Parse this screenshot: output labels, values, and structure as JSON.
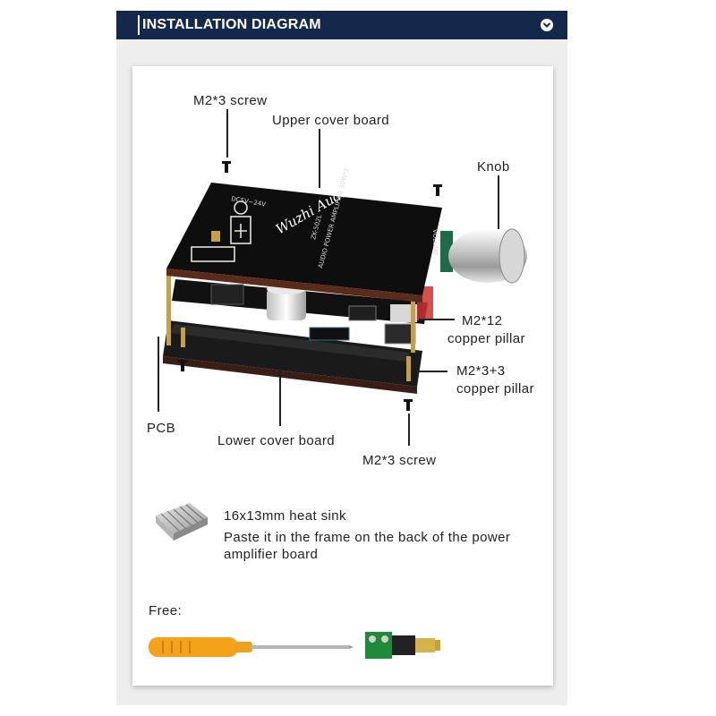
{
  "header": {
    "title": "INSTALLATION DIAGRAM",
    "chevron_icon": "chevron-down-icon"
  },
  "diagram": {
    "labels": {
      "screw_top": "M2*3 screw",
      "upper_cover": "Upper cover board",
      "knob": "Knob",
      "pillar12_a": "M2*12",
      "pillar12_b": "copper pillar",
      "pillar33_a": "M2*3+3",
      "pillar33_b": "copper pillar",
      "pcb": "PCB",
      "lower_cover": "Lower cover board",
      "screw_bottom": "M2*3 screw"
    },
    "board_print": {
      "brand": "Wuzhi Audio",
      "model": "ZK-502L",
      "desc": "AUDIO POWER AMPLIFIER 50W*2",
      "voltage": "DC5V~24V",
      "volume": "VOLUME"
    }
  },
  "heatsink": {
    "title": "16x13mm heat sink",
    "line1": "Paste it in the frame on the back of the power",
    "line2": "amplifier board"
  },
  "free": {
    "label": "Free:"
  },
  "colors": {
    "header_bg": "#14284b",
    "screwdriver_handle": "#f5a21b",
    "terminal": "#1f8a3a"
  }
}
